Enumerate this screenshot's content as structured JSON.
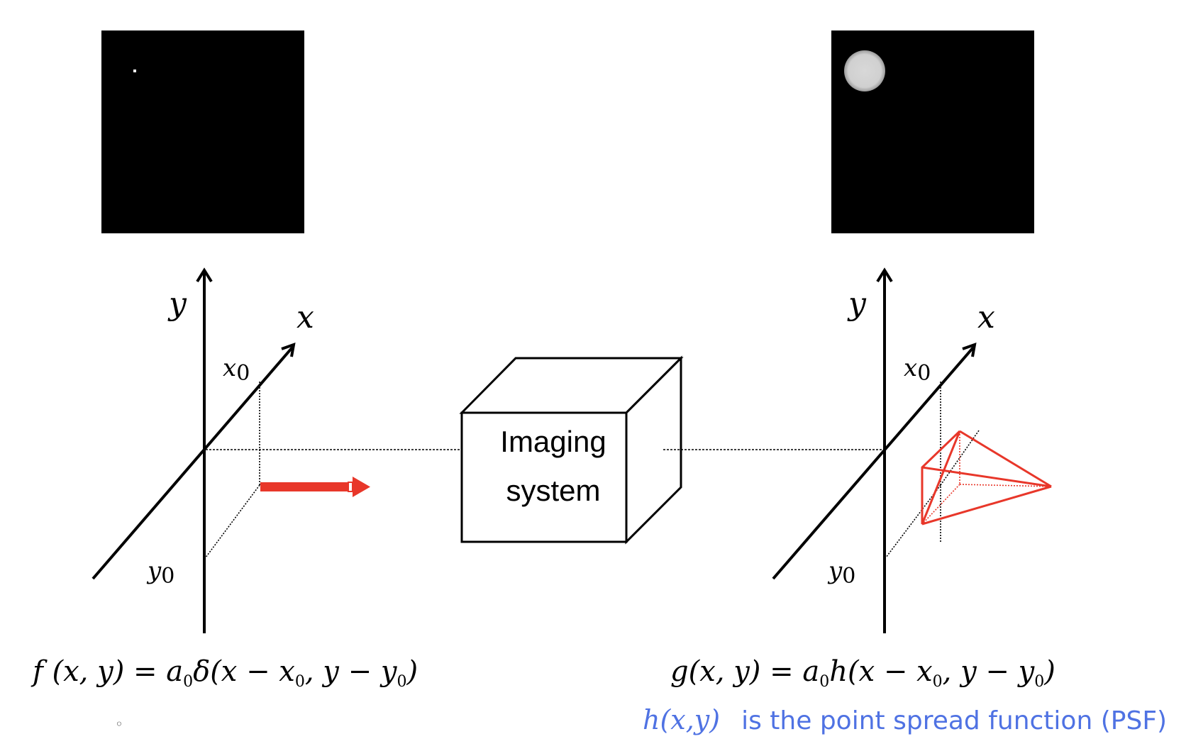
{
  "colors": {
    "accent_red": "#e8372a",
    "psf_blue": "#4f72e3",
    "blob": "#d6d6d6",
    "panel": "#000000"
  },
  "left_panel": {
    "axis_y_label": "y",
    "axis_x_label": "x",
    "x0_label": "x",
    "x0_sub": "0",
    "y0_label": "y",
    "y0_sub": "0",
    "equation": {
      "p1": "f (x, y) = a",
      "s1": "0",
      "p2": "δ(x − x",
      "s2": "0",
      "p3": ", y − y",
      "s3": "0",
      "p4": ")"
    },
    "bullet": "◦"
  },
  "box": {
    "line1": "Imaging",
    "line2": "system"
  },
  "right_panel": {
    "axis_y_label": "y",
    "axis_x_label": "x",
    "x0_label": "x",
    "x0_sub": "0",
    "y0_label": "y",
    "y0_sub": "0",
    "equation": {
      "p1": "g(x, y) = a",
      "s1": "0",
      "p2": "h(x − x",
      "s2": "0",
      "p3": ", y − y",
      "s3": "0",
      "p4": ")"
    },
    "psf_symbol": "h(x,y)",
    "psf_text": "is the point spread function (PSF)"
  }
}
